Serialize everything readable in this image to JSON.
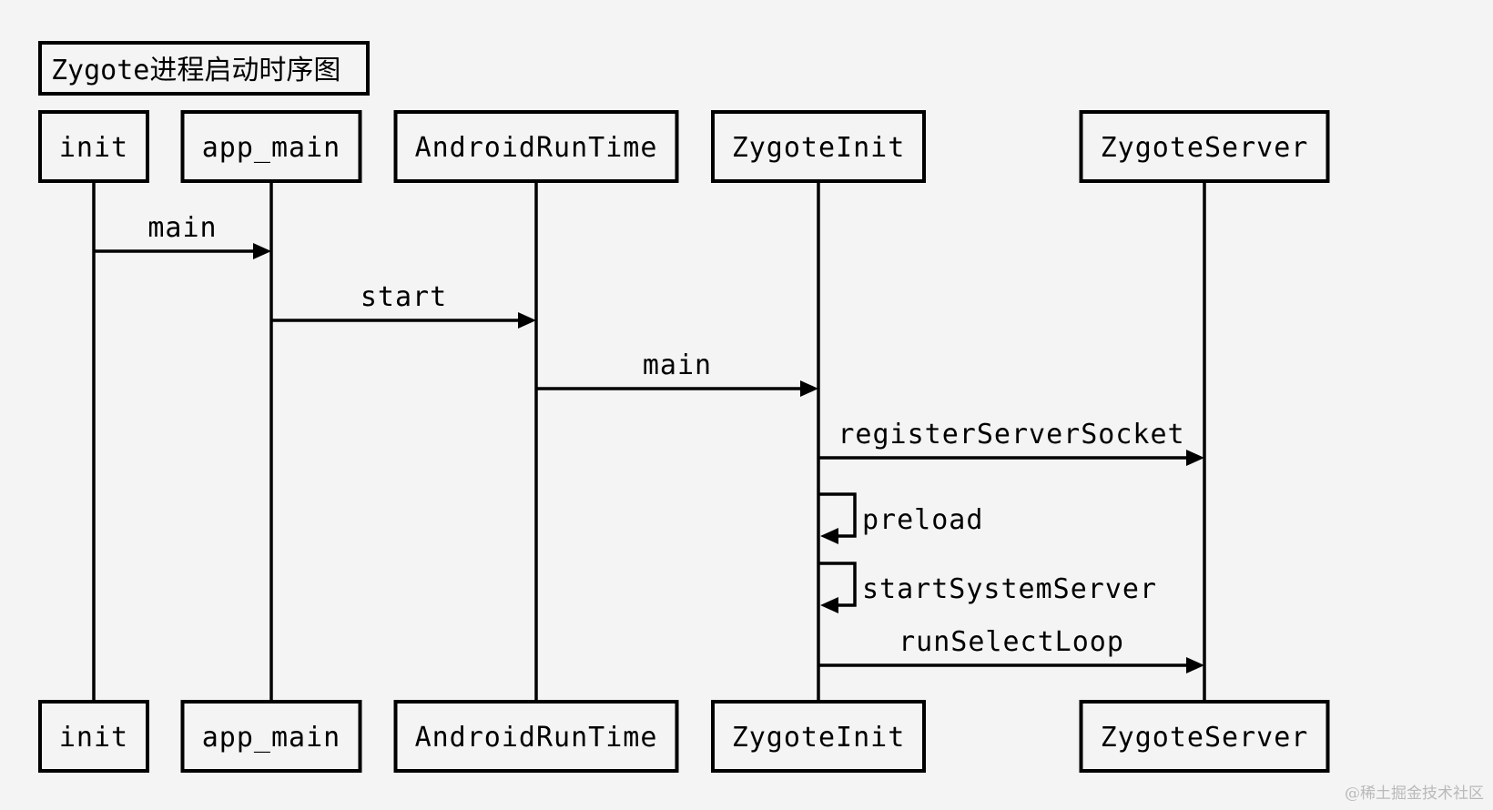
{
  "title": "Zygote进程启动时序图",
  "participants": [
    {
      "id": "init",
      "label": "init"
    },
    {
      "id": "app_main",
      "label": "app_main"
    },
    {
      "id": "android_runtime",
      "label": "AndroidRunTime"
    },
    {
      "id": "zygote_init",
      "label": "ZygoteInit"
    },
    {
      "id": "zygote_server",
      "label": "ZygoteServer"
    }
  ],
  "messages": [
    {
      "from": "init",
      "to": "app_main",
      "label": "main"
    },
    {
      "from": "app_main",
      "to": "android_runtime",
      "label": "start"
    },
    {
      "from": "android_runtime",
      "to": "zygote_init",
      "label": "main"
    },
    {
      "from": "zygote_init",
      "to": "zygote_server",
      "label": "registerServerSocket"
    },
    {
      "from": "zygote_init",
      "to": "zygote_init",
      "label": "preload"
    },
    {
      "from": "zygote_init",
      "to": "zygote_init",
      "label": "startSystemServer"
    },
    {
      "from": "zygote_init",
      "to": "zygote_server",
      "label": "runSelectLoop"
    }
  ],
  "watermark": "@稀土掘金技术社区"
}
